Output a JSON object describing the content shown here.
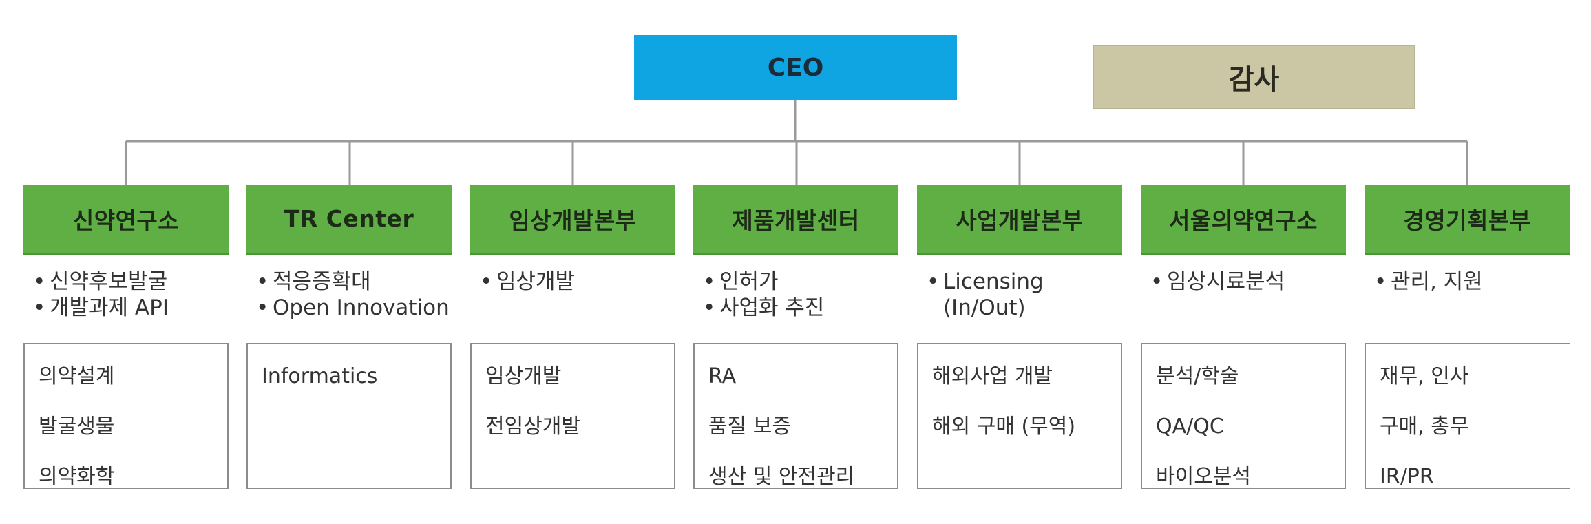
{
  "ceo": "CEO",
  "audit": "감사",
  "departments": [
    {
      "name": "신약연구소",
      "bullets": [
        "신약후보발굴",
        "개발과제 API"
      ],
      "units": [
        "의약설계",
        "발굴생물",
        "의약화학"
      ]
    },
    {
      "name": "TR Center",
      "bullets": [
        "적응증확대",
        "Open Innovation"
      ],
      "units": [
        "Informatics"
      ]
    },
    {
      "name": "임상개발본부",
      "bullets": [
        "임상개발"
      ],
      "units": [
        "임상개발",
        "전임상개발"
      ]
    },
    {
      "name": "제품개발센터",
      "bullets": [
        "인허가",
        "사업화 추진"
      ],
      "units": [
        "RA",
        "품질 보증",
        "생산 및 안전관리"
      ]
    },
    {
      "name": "사업개발본부",
      "bullets": [
        "Licensing",
        "(In/Out)"
      ],
      "units": [
        "해외사업 개발",
        "해외 구매 (무역)"
      ]
    },
    {
      "name": "서울의약연구소",
      "bullets": [
        "임상시료분석"
      ],
      "units": [
        "분석/학술",
        "QA/QC",
        "바이오분석"
      ]
    },
    {
      "name": "경영기획본부",
      "bullets": [
        "관리, 지원"
      ],
      "units": [
        "재무, 인사",
        "구매, 총무",
        "IR/PR"
      ]
    }
  ],
  "colors": {
    "ceo": "#0ea5e2",
    "audit": "#cbc7a4",
    "department": "#5faf45",
    "connector": "#9a9a9a"
  }
}
